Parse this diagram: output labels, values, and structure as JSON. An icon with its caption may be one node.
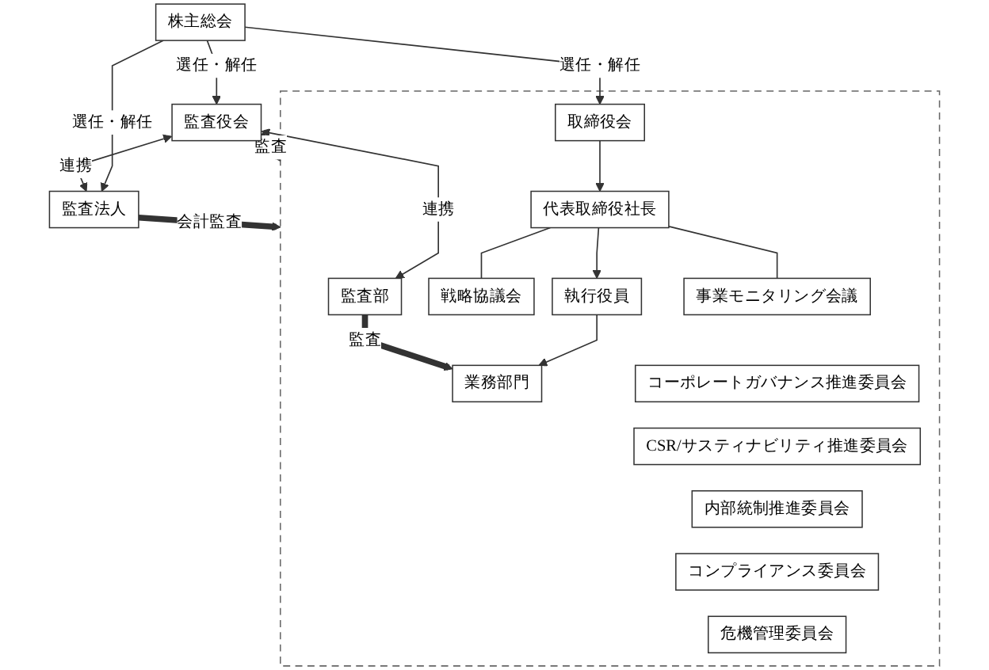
{
  "diagram": {
    "nodes": [
      {
        "text": [
          "株主総会"
        ]
      },
      {
        "text": [
          "監査役会"
        ]
      },
      {
        "text": [
          "監査法人"
        ]
      },
      {
        "text": [],
        "shape": "box"
      },
      {
        "text": [
          "監査部"
        ],
        "in": 3
      },
      {
        "text": [
          "取締役会"
        ],
        "in": 3
      },
      {
        "text": [
          "代表取締役社長"
        ],
        "in": 3
      },
      {
        "text": [
          "戦略協議会"
        ],
        "in": 3
      },
      {
        "text": [
          "事業モニタリング会議"
        ],
        "in": 3
      },
      {
        "text": [
          "執行役員"
        ],
        "in": 3
      },
      {
        "text": [
          "業務部門"
        ],
        "in": 3
      },
      {
        "text": [
          "コーポレートガバナンス推進委員会"
        ],
        "in": 3
      },
      {
        "text": [
          "CSR/サスティナビリティ推進委員会"
        ],
        "in": 3
      },
      {
        "text": [
          "内部統制推進委員会"
        ],
        "in": 3
      },
      {
        "text": [
          "コンプライアンス委員会"
        ],
        "in": 3
      },
      {
        "text": [
          "危機管理委員会"
        ],
        "in": 3
      }
    ],
    "edges": [
      {
        "from": 0,
        "to": 1,
        "arrow": "to",
        "label": "選任・解任"
      },
      {
        "from": 0,
        "to": 2,
        "arrow": "to",
        "label": "選任・解任"
      },
      {
        "from": 0,
        "to": 5,
        "arrow": "to",
        "label": "選任・解任"
      },
      {
        "from": 1,
        "to": 4,
        "arrow": "both",
        "label": "連携"
      },
      {
        "from": 5,
        "to": 6,
        "arrow": "to"
      },
      {
        "from": 6,
        "to": 7,
        "arrow": "none"
      },
      {
        "from": 6,
        "to": 8,
        "arrow": "none"
      },
      {
        "from": 6,
        "to": 9,
        "arrow": "to"
      },
      {
        "from": 9,
        "to": 10,
        "arrow": "to"
      },
      {
        "from": 1,
        "to": 3,
        "arrow": "to",
        "label": "監査",
        "style": "thick"
      },
      {
        "from": 4,
        "to": 10,
        "arrow": "to",
        "label": "監査",
        "style": "thick"
      },
      {
        "from": 2,
        "to": 3,
        "arrow": "to",
        "label": "会計監査",
        "style": "thick"
      },
      {
        "from": 1,
        "to": 2,
        "arrow": "both",
        "label": "連携"
      }
    ]
  }
}
